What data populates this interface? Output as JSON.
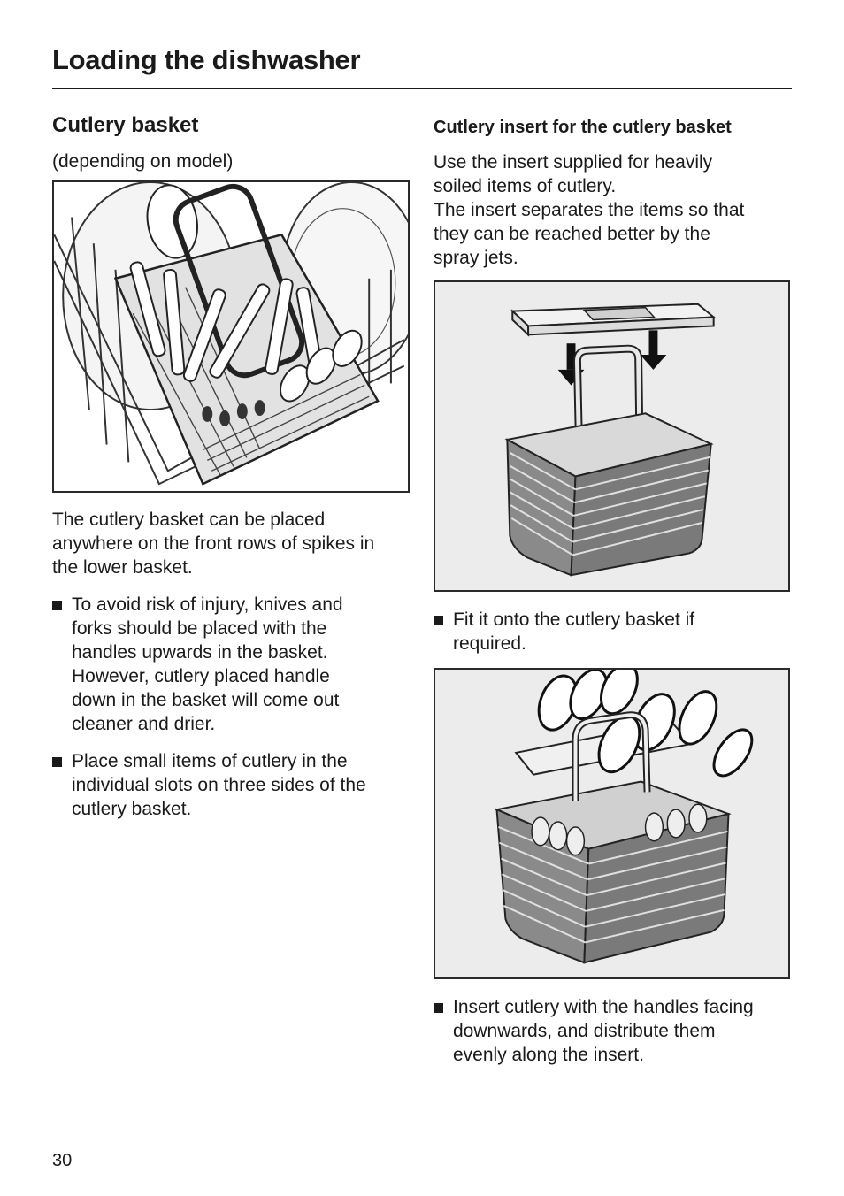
{
  "header": {
    "title": "Loading the dishwasher"
  },
  "left": {
    "heading": "Cutlery basket",
    "note": "(depending on model)",
    "intro": [
      "The cutlery basket can be placed",
      "anywhere on the front rows of spikes in",
      "the lower basket."
    ],
    "bullets": [
      {
        "lines": [
          "To avoid risk of injury, knives and",
          "forks should be placed with the",
          "handles upwards in the basket.",
          "However, cutlery placed handle",
          "down in the basket will come out",
          "cleaner and drier."
        ]
      },
      {
        "lines": [
          "Place small items of cutlery in the",
          "individual slots on three sides of the",
          "cutlery basket."
        ]
      }
    ]
  },
  "right": {
    "heading": "Cutlery insert for the cutlery basket",
    "intro": [
      "Use the insert supplied for heavily",
      "soiled items of cutlery.",
      "The insert separates the items so that",
      "they can be reached better by the",
      "spray jets."
    ],
    "bullet_fit": {
      "lines": [
        "Fit it onto the cutlery basket if",
        "required."
      ]
    },
    "bullet_insert": {
      "lines": [
        "Insert cutlery with the handles facing",
        "downwards, and distribute them",
        "evenly along the insert."
      ]
    }
  },
  "footer": {
    "page_number": "30"
  }
}
